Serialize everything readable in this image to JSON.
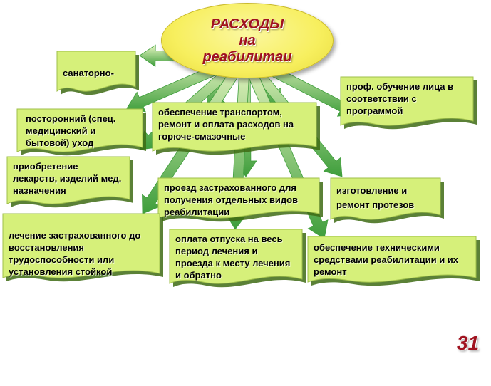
{
  "center": {
    "line1": "РАСХОДЫ",
    "line2": "на",
    "line3": "реабилитаи"
  },
  "boxes": [
    {
      "text": "санаторно-"
    },
    {
      "text": "посторонний (спец. медицинский и бытовой) уход"
    },
    {
      "text": "обеспечение транспортом, ремонт и оплата расходов на горюче-смазочные"
    },
    {
      "text": "проф. обучение лица в соответствии с программой"
    },
    {
      "text": "приобретение лекарств, изделий мед. назначения"
    },
    {
      "text": "проезд застрахованного для получения отдельных видов реабилитации"
    },
    {
      "text": "изготовление и ремонт протезов"
    },
    {
      "text": "лечение застрахованного до восстановления трудоспособности или установления стойкой"
    },
    {
      "text": "оплата отпуска на весь период лечения и проезда к месту лечения и обратно"
    },
    {
      "text": "обеспечение техническими средствами реабилитации и их ремонт"
    }
  ],
  "page_number": "31",
  "colors": {
    "box_fill": "#d6f07a",
    "box_shadow": "#3e6b14",
    "arrow": "#4fb34a",
    "title": "#a0121f",
    "oval": "#f7ef5e"
  }
}
